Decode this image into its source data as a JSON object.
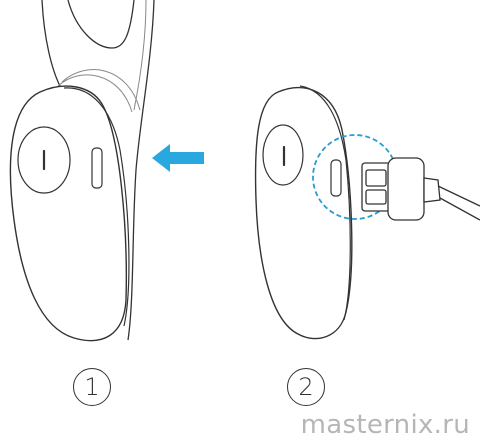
{
  "steps": [
    {
      "label": "1"
    },
    {
      "label": "2"
    }
  ],
  "watermark": "masternix.ru",
  "colors": {
    "stroke": "#333333",
    "light_stroke": "#888888",
    "arrow": "#29a8e0",
    "highlight_circle": "#2a9bd0",
    "watermark": "#b6b6b6"
  },
  "icons": [
    "attach-arrow-icon",
    "usb-cable-icon",
    "charging-port-highlight-icon"
  ]
}
